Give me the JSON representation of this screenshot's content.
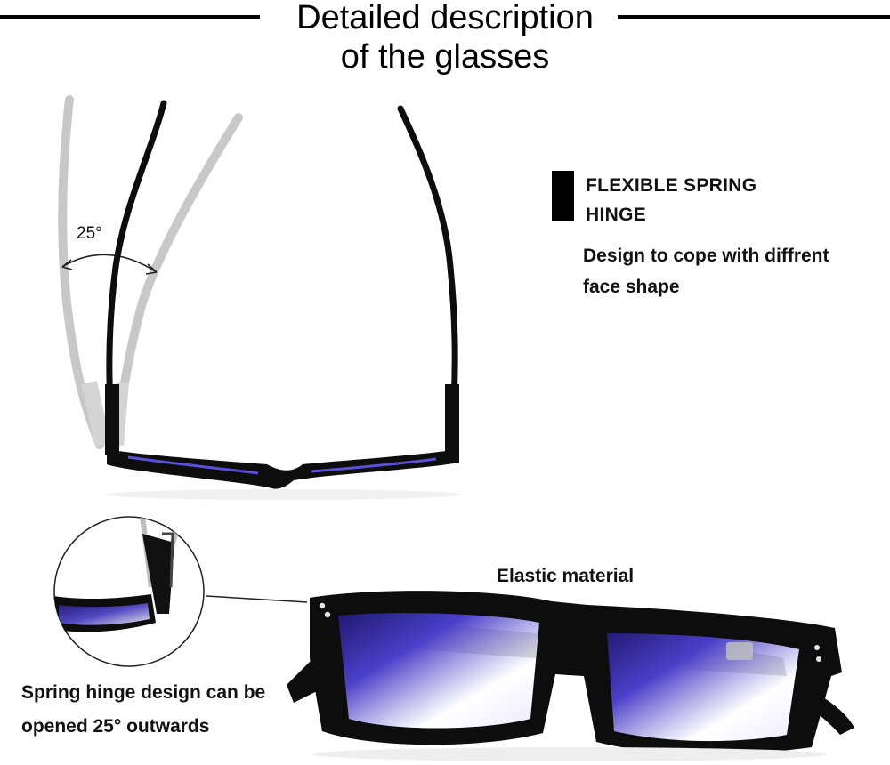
{
  "title": {
    "line1": "Detailed description",
    "line2": "of the glasses"
  },
  "top_view": {
    "angle_label": "25°"
  },
  "feature": {
    "title": "FLEXIBLE SPRING HINGE",
    "description": "Design to cope with diffrent face shape"
  },
  "bottom_view": {
    "elastic_label": "Elastic material",
    "spring_caption": "Spring hinge design can be opened 25° outwards"
  },
  "colors": {
    "frame": "#0d0d0d",
    "ghost_temple": "#bdbdbd",
    "lens_tint": "#2a1f8a",
    "accent_block": "#000000"
  }
}
